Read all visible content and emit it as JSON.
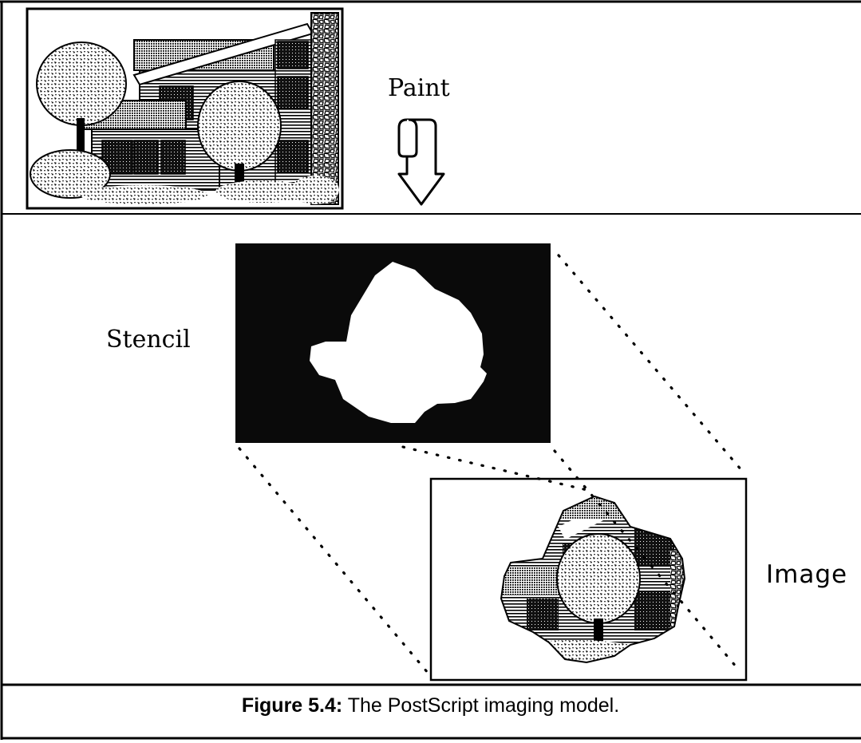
{
  "labels": {
    "paint": "Paint",
    "stencil": "Stencil",
    "image": "Image"
  },
  "caption": {
    "number": "Figure 5.4:",
    "text": "The PostScript imaging model."
  },
  "colors": {
    "ink": "#000000",
    "paper": "#ffffff",
    "stencil_fill": "#0a0a0a"
  },
  "icons": {
    "house": "house-illustration",
    "arrow": "paint-down-arrow-icon"
  }
}
